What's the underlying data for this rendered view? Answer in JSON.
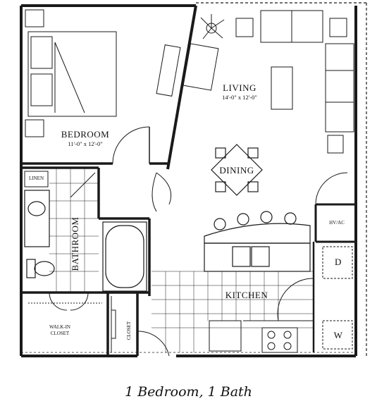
{
  "rooms": {
    "bedroom": {
      "name": "BEDROOM",
      "size": "11'-0\" x 12'-0\""
    },
    "living": {
      "name": "LIVING",
      "size": "14'-0\" x 12'-0\""
    },
    "dining": {
      "name": "DINING"
    },
    "kitchen": {
      "name": "KITCHEN"
    },
    "bathroom": {
      "name": "BATHROOM"
    },
    "linen": {
      "name": "LINEN"
    },
    "walkin_closet": {
      "line1": "WALK-IN",
      "line2": "CLOSET"
    },
    "closet": {
      "name": "CLOSET"
    },
    "hvac": {
      "name": "HV/AC"
    },
    "dryer": {
      "name": "D"
    },
    "washer": {
      "name": "W"
    }
  },
  "caption": "1 Bedroom, 1 Bath"
}
